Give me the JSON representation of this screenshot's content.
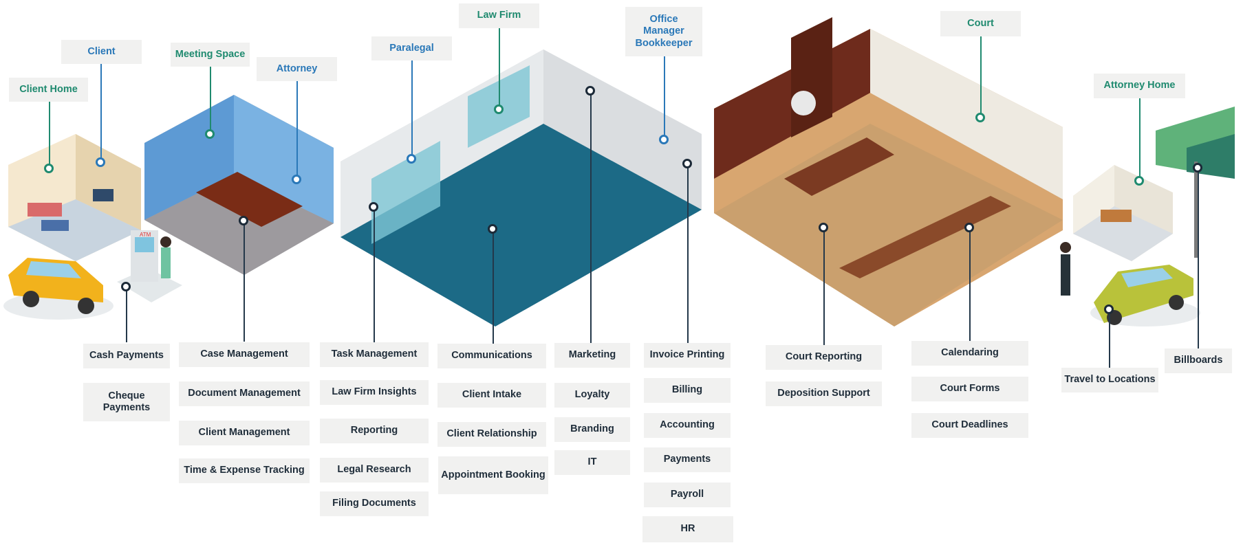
{
  "top_labels": {
    "client_home": "Client Home",
    "client": "Client",
    "meeting_space": "Meeting Space",
    "attorney": "Attorney",
    "paralegal": "Paralegal",
    "law_firm": "Law Firm",
    "office_manager": "Office Manager Bookkeeper",
    "court": "Court",
    "attorney_home": "Attorney Home"
  },
  "columns": {
    "payments": [
      "Cash Payments",
      "Cheque Payments"
    ],
    "case": [
      "Case Management",
      "Document Management",
      "Client Management",
      "Time & Expense Tracking"
    ],
    "tasks": [
      "Task Management",
      "Law Firm Insights",
      "Reporting",
      "Legal Research",
      "Filing Documents"
    ],
    "comms": [
      "Communications",
      "Client Intake",
      "Client Relationship",
      "Appointment Booking"
    ],
    "marketing": [
      "Marketing",
      "Loyalty",
      "Branding",
      "IT"
    ],
    "finance": [
      "Invoice Printing",
      "Billing",
      "Accounting",
      "Payments",
      "Payroll",
      "HR"
    ],
    "court_reporting": [
      "Court Reporting",
      "Deposition Support"
    ],
    "calendaring": [
      "Calendaring",
      "Court Forms",
      "Court Deadlines"
    ],
    "travel": [
      "Travel to Locations"
    ],
    "billboards": [
      "Billboards"
    ]
  },
  "colors": {
    "accent_green": "#1f8a6f",
    "accent_blue": "#2a78b8",
    "label_bg": "#f1f1f0",
    "label_text": "#1f2d3a"
  },
  "icons": {
    "atm_screen": "ATM"
  }
}
